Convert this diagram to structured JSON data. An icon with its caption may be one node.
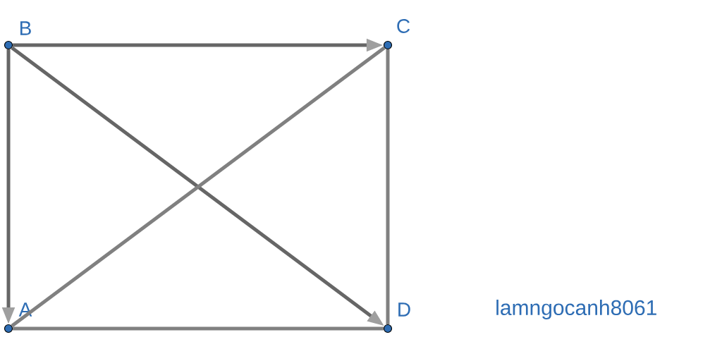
{
  "diagram": {
    "nodes": [
      {
        "text": [
          "B"
        ]
      },
      {
        "text": [
          "C"
        ]
      },
      {
        "text": [
          "A"
        ]
      },
      {
        "text": [
          "D"
        ]
      }
    ],
    "edges": [
      {
        "from": 0,
        "to": 1,
        "arrow": "to",
        "color": "#666666"
      },
      {
        "from": 0,
        "to": 2,
        "arrow": "to",
        "color": "#666666"
      },
      {
        "from": 0,
        "to": 3,
        "arrow": "to",
        "color": "#666666"
      },
      {
        "from": 2,
        "to": 1,
        "arrow": "none"
      },
      {
        "from": 1,
        "to": 3,
        "arrow": "none"
      },
      {
        "from": 2,
        "to": 3,
        "arrow": "none"
      }
    ],
    "labels": [
      "lamngocanh8061"
    ]
  }
}
